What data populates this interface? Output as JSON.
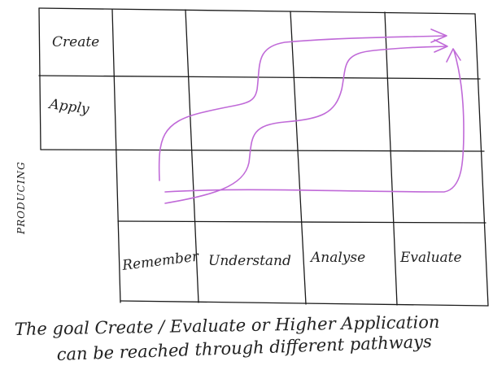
{
  "rows_labels": {
    "create": "Create",
    "apply": "Apply"
  },
  "columns_labels": {
    "remember": "Remember",
    "understand": "Understand",
    "analyse": "Analyse",
    "evaluate": "Evaluate"
  },
  "side_label": "PRODUCING",
  "caption": {
    "line1": "The goal  Create / Evaluate  or  Higher Application",
    "line2": "can be reached through different pathways"
  },
  "colors": {
    "ink": "#1a1a1a",
    "pathway": "#c06ad8"
  }
}
